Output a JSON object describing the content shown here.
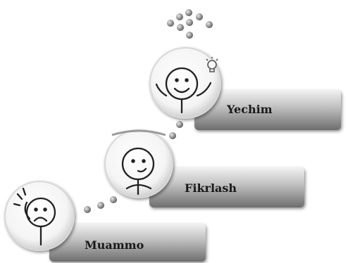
{
  "steps": [
    {
      "label": "Muammo"
    },
    {
      "label": "Fikrlash"
    },
    {
      "label": "Yechim"
    }
  ]
}
